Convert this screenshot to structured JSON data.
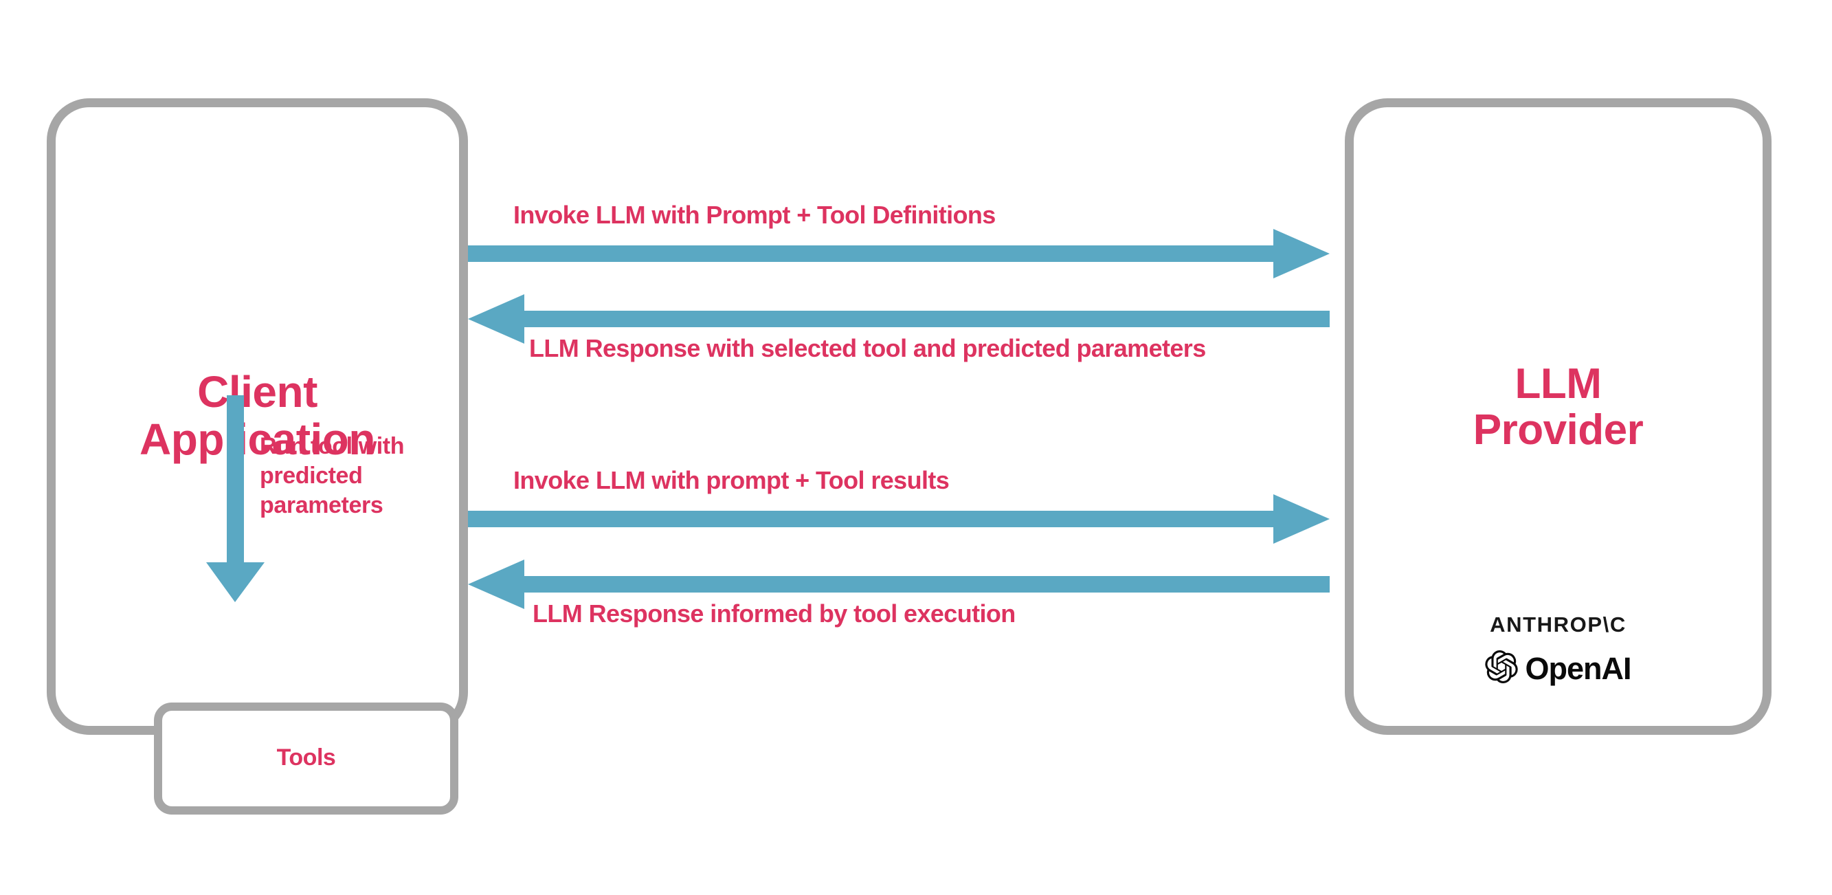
{
  "diagram": {
    "title": "LLM tool-calling sequence between Client Application and LLM Provider",
    "colors": {
      "accent_text": "#dd3360",
      "arrow": "#5aa8c3",
      "box_border": "#a6a6a6",
      "background": "#ffffff",
      "logo_text": "#181818"
    },
    "nodes": {
      "client": {
        "label": "Client\nApplication",
        "inner": {
          "tools_label": "Tools"
        }
      },
      "provider": {
        "label": "LLM\nProvider",
        "logos": [
          {
            "name": "anthropic-logo",
            "text": "ANTHROP\\C"
          },
          {
            "name": "openai-logo",
            "text": "OpenAI"
          }
        ]
      }
    },
    "edges": [
      {
        "id": "invoke-1",
        "label": "Invoke LLM with Prompt + Tool Definitions",
        "direction": "client-to-provider"
      },
      {
        "id": "response-1",
        "label": "LLM Response with selected tool and predicted parameters",
        "direction": "provider-to-client"
      },
      {
        "id": "run-tool",
        "label": "Run tool with\npredicted\nparameters",
        "direction": "client-to-tools"
      },
      {
        "id": "invoke-2",
        "label": "Invoke LLM with prompt + Tool results",
        "direction": "client-to-provider"
      },
      {
        "id": "response-2",
        "label": "LLM Response informed by tool execution",
        "direction": "provider-to-client"
      }
    ]
  }
}
